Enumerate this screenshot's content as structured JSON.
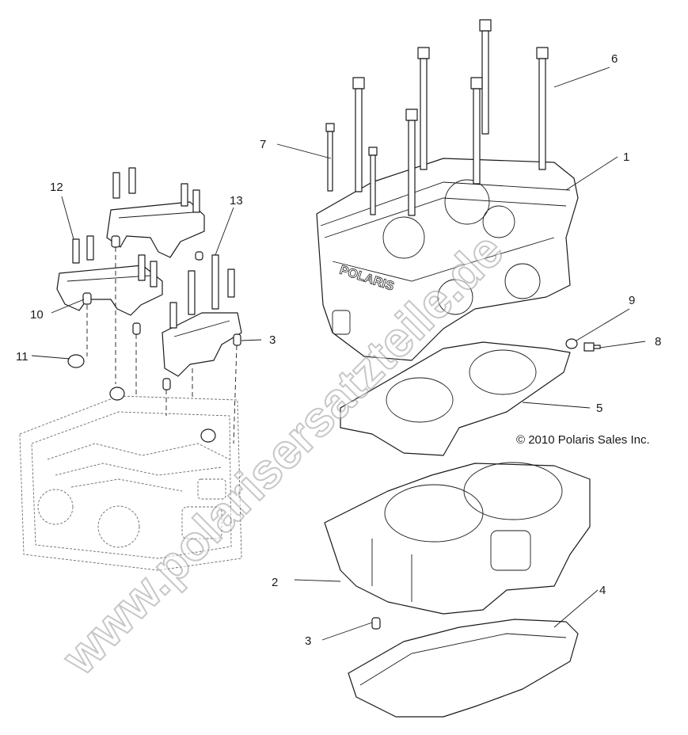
{
  "callouts": [
    {
      "id": "c1",
      "label": "1"
    },
    {
      "id": "c2",
      "label": "2"
    },
    {
      "id": "c3a",
      "label": "3"
    },
    {
      "id": "c3b",
      "label": "3"
    },
    {
      "id": "c4",
      "label": "4"
    },
    {
      "id": "c5",
      "label": "5"
    },
    {
      "id": "c6",
      "label": "6"
    },
    {
      "id": "c7",
      "label": "7"
    },
    {
      "id": "c8",
      "label": "8"
    },
    {
      "id": "c9",
      "label": "9"
    },
    {
      "id": "c10",
      "label": "10"
    },
    {
      "id": "c11",
      "label": "11"
    },
    {
      "id": "c12",
      "label": "12"
    },
    {
      "id": "c13",
      "label": "13"
    }
  ],
  "copyright": "© 2010 Polaris Sales Inc.",
  "watermark": "www.polarisersatzteile.de",
  "head_logo": "POLARIS"
}
